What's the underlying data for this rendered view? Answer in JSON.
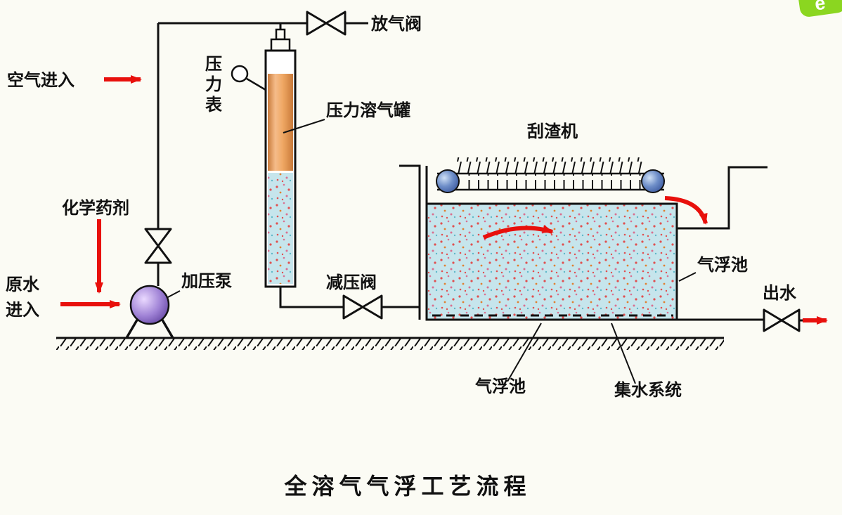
{
  "title": "全溶气气浮工艺流程",
  "logo": {
    "letter": "e"
  },
  "labels": {
    "air_in": "空气进入",
    "vent_valve": "放气阀",
    "gauge_l1": "压",
    "gauge_l2": "力",
    "gauge_l3": "表",
    "dissolving_tank": "压力溶气罐",
    "chemical": "化学药剂",
    "raw_water_l1": "原水",
    "raw_water_l2": "进入",
    "pump": "加压泵",
    "reducing_valve": "减压阀",
    "scraper": "刮渣机",
    "flotation_tank_right": "气浮池",
    "water_out": "出水",
    "flotation_tank_bottom": "气浮池",
    "collection_system": "集水系统"
  },
  "colors": {
    "arrow_red": "#e8100c",
    "tank_orange": "#eda15f",
    "water_blue": "#c6e5ec",
    "pump_purple": "#8f6fc8",
    "pulley_blue": "#3f5fae",
    "logo_green": "#8bd620",
    "line_black": "#111111"
  }
}
